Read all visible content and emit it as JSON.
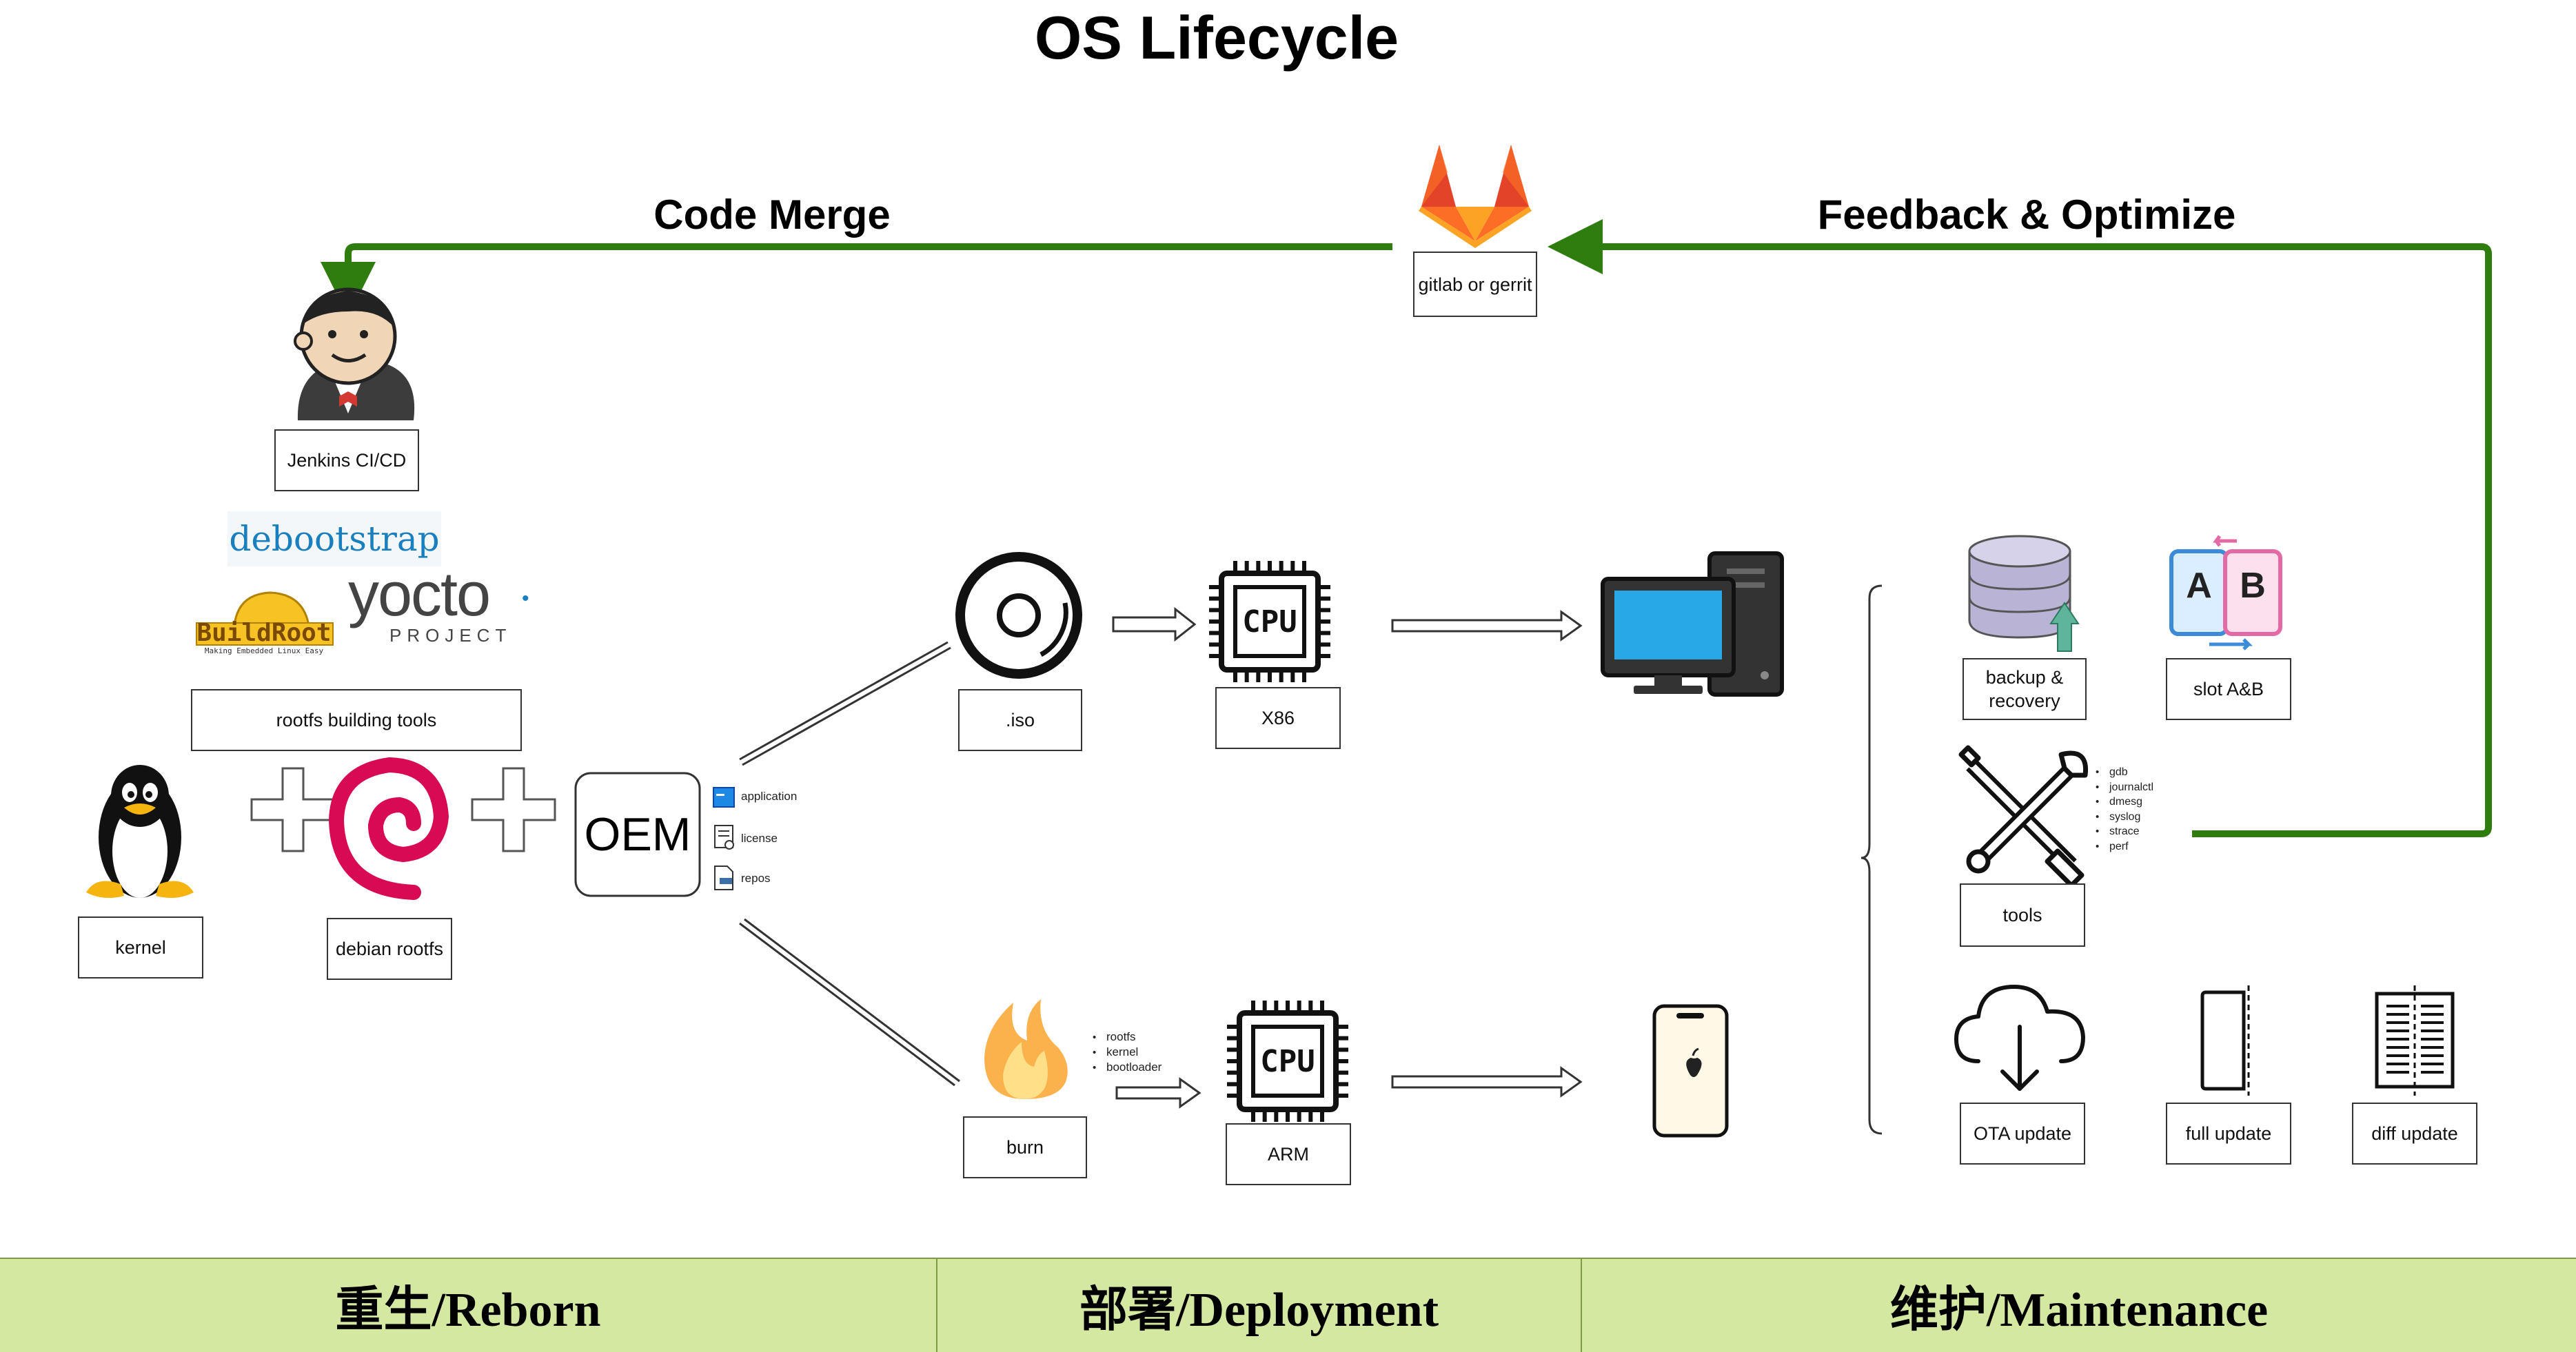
{
  "title": "OS Lifecycle",
  "labels": {
    "code_merge": "Code Merge",
    "feedback": "Feedback & Optimize"
  },
  "nodes": {
    "gitlab": "gitlab or gerrit",
    "jenkins": "Jenkins CI/CD",
    "rootfs_tools": "rootfs building tools",
    "kernel": "kernel",
    "debian_rootfs": "debian rootfs",
    "oem": "OEM",
    "iso": ".iso",
    "x86": "X86",
    "burn": "burn",
    "arm": "ARM",
    "backup": "backup & recovery",
    "slot": "slot A&B",
    "tools": "tools",
    "ota": "OTA update",
    "full": "full update",
    "diff": "diff update"
  },
  "logos": {
    "debootstrap": "debootstrap",
    "yocto": "yocto",
    "yocto_sub": "PROJECT",
    "buildroot": "BuildRoot",
    "buildroot_sub": "Making Embedded Linux Easy",
    "cpu": "CPU",
    "slot_a": "A",
    "slot_b": "B"
  },
  "oem_items": [
    "application",
    "license",
    "repos"
  ],
  "burn_items": [
    "rootfs",
    "kernel",
    "bootloader"
  ],
  "tool_items": [
    "gdb",
    "journalctl",
    "dmesg",
    "syslog",
    "strace",
    "perf"
  ],
  "phases": [
    "重生/Reborn",
    "部署/Deployment",
    "维护/Maintenance"
  ],
  "colors": {
    "arrow_green": "#2e7d0e",
    "phase_bar": "#d5e8a2",
    "gitlab_orange": "#fc6d26",
    "gitlab_red": "#e24329",
    "gitlab_yellow": "#fca326",
    "debian_red": "#d70a53",
    "monitor_blue": "#29a8e8",
    "db_purple": "#b9b3d6",
    "slot_blue": "#3c8bd9",
    "slot_pink": "#e46aa6"
  }
}
